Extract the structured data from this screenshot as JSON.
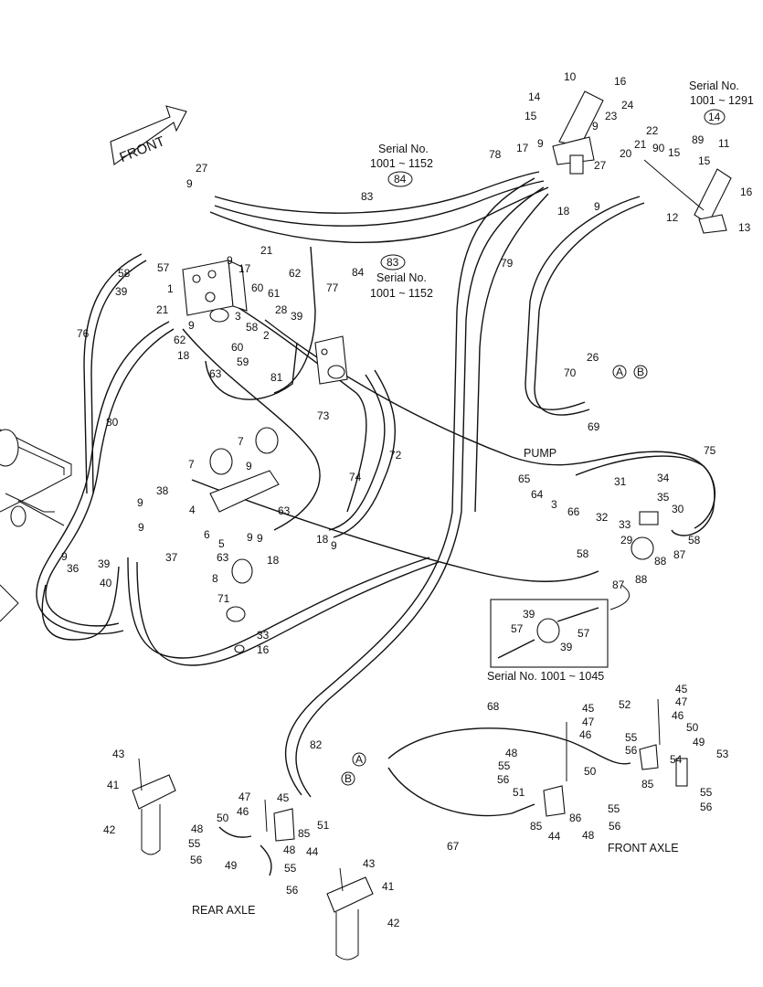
{
  "labels": {
    "front": "FRONT",
    "pump": "PUMP",
    "rear_axle": "REAR AXLE",
    "front_axle": "FRONT AXLE",
    "serial_1152_a": "Serial No.",
    "serial_1152_a_range": "1001 ~ 1152",
    "serial_1152_b": "Serial No.",
    "serial_1152_b_range": "1001 ~ 1152",
    "serial_1291": "Serial No.",
    "serial_1291_range": "1001 ~ 1291",
    "serial_1045": "Serial No. 1001 ~ 1045",
    "circle_84": "84",
    "circle_83": "83",
    "circle_14": "14",
    "port_a": "A",
    "port_b": "B"
  },
  "callouts": [
    "10",
    "16",
    "14",
    "24",
    "15",
    "23",
    "22",
    "9",
    "21",
    "20",
    "17",
    "90",
    "15",
    "89",
    "11",
    "15",
    "16",
    "12",
    "13",
    "27",
    "9",
    "18",
    "9",
    "78",
    "79",
    "83",
    "84",
    "27",
    "9",
    "21",
    "62",
    "77",
    "57",
    "58",
    "39",
    "1",
    "9",
    "17",
    "60",
    "61",
    "28",
    "39",
    "21",
    "62",
    "9",
    "3",
    "58",
    "60",
    "2",
    "18",
    "63",
    "59",
    "81",
    "76",
    "80",
    "26",
    "70",
    "69",
    "73",
    "7",
    "7",
    "9",
    "74",
    "72",
    "65",
    "64",
    "3",
    "66",
    "75",
    "34",
    "31",
    "35",
    "32",
    "33",
    "30",
    "38",
    "4",
    "9",
    "63",
    "6",
    "9",
    "9",
    "18",
    "5",
    "9",
    "18",
    "63",
    "9",
    "58",
    "29",
    "87",
    "88",
    "58",
    "88",
    "87",
    "9",
    "36",
    "39",
    "40",
    "37",
    "8",
    "71",
    "33",
    "16",
    "39",
    "57",
    "57",
    "39",
    "82",
    "68",
    "45",
    "47",
    "46",
    "52",
    "45",
    "47",
    "46",
    "50",
    "49",
    "53",
    "55",
    "56",
    "54",
    "48",
    "55",
    "56",
    "50",
    "51",
    "85",
    "55",
    "56",
    "86",
    "44",
    "48",
    "56",
    "55",
    "85",
    "67",
    "43",
    "41",
    "42",
    "47",
    "45",
    "46",
    "50",
    "48",
    "55",
    "56",
    "49",
    "48",
    "44",
    "85",
    "51",
    "55",
    "56",
    "43",
    "41",
    "42"
  ]
}
